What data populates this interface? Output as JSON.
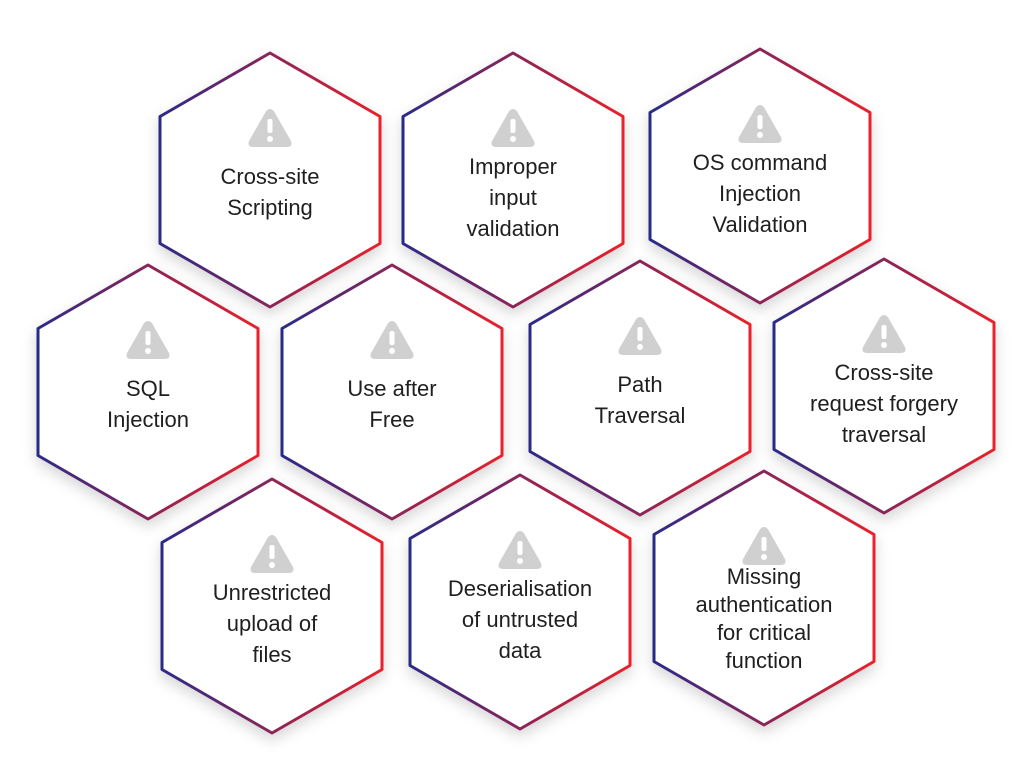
{
  "colors": {
    "gradient_start": "#2b2a86",
    "gradient_end": "#e8202a",
    "icon": "#d0d0d0",
    "text": "#1f1f1f",
    "fill": "#ffffff"
  },
  "icon_name": "warning-triangle-icon",
  "hexagons": [
    {
      "id": "cross-site-scripting",
      "lines": [
        "Cross-site",
        "Scripting"
      ]
    },
    {
      "id": "improper-input-validation",
      "lines": [
        "Improper",
        "input",
        "validation"
      ]
    },
    {
      "id": "os-command-injection",
      "lines": [
        "OS command",
        "Injection",
        "Validation"
      ]
    },
    {
      "id": "sql-injection",
      "lines": [
        "SQL",
        "Injection"
      ]
    },
    {
      "id": "use-after-free",
      "lines": [
        "Use after",
        "Free"
      ]
    },
    {
      "id": "path-traversal",
      "lines": [
        "Path",
        "Traversal"
      ]
    },
    {
      "id": "csrf",
      "lines": [
        "Cross-site",
        "request forgery",
        "traversal"
      ]
    },
    {
      "id": "unrestricted-upload",
      "lines": [
        "Unrestricted",
        "upload of",
        "files"
      ]
    },
    {
      "id": "deserialisation",
      "lines": [
        "Deserialisation",
        "of untrusted",
        "data"
      ]
    },
    {
      "id": "missing-authentication",
      "lines": [
        "Missing",
        "authentication",
        "for critical",
        "function"
      ]
    }
  ]
}
